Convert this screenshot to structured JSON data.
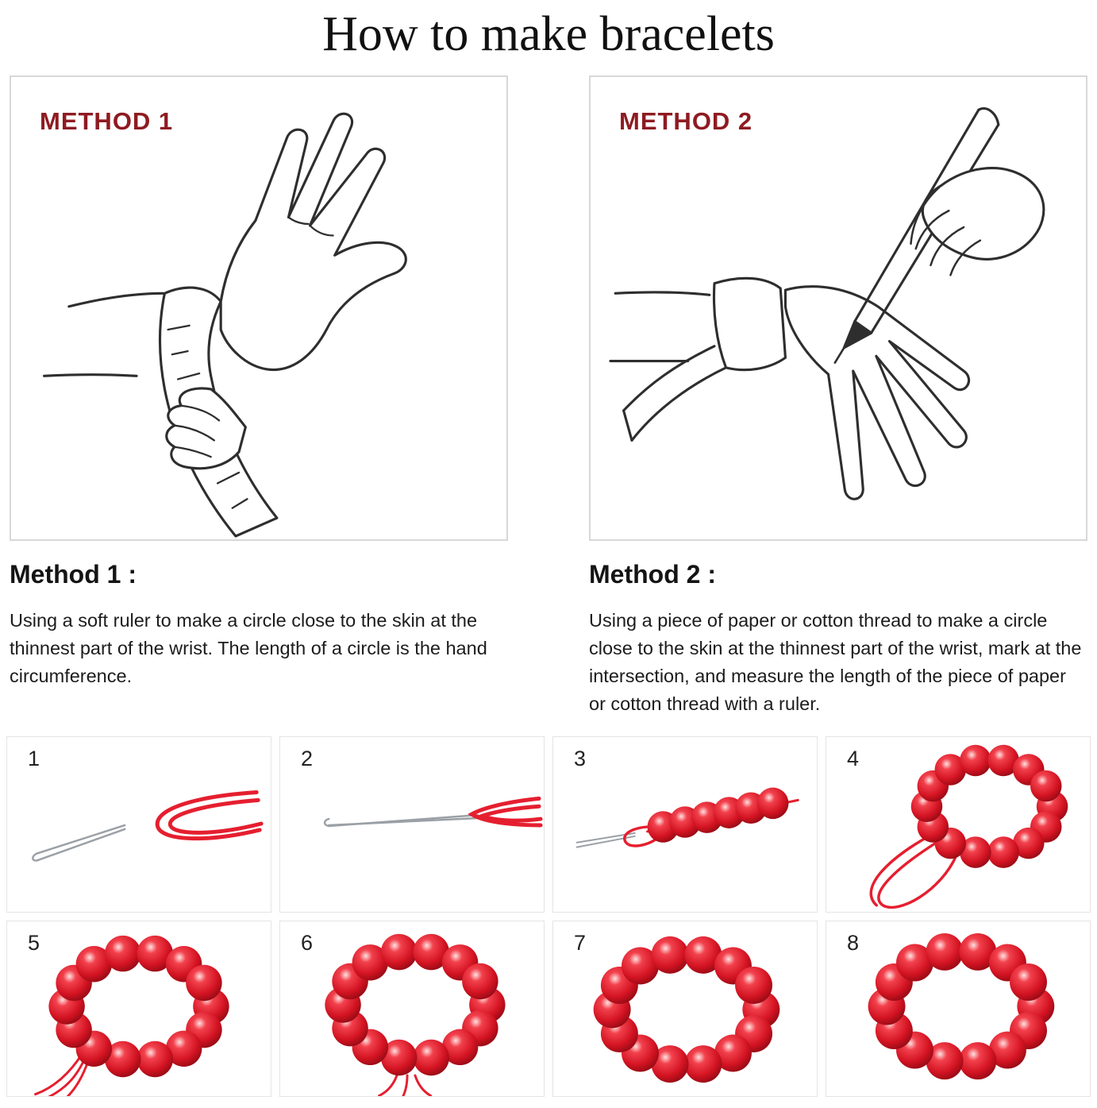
{
  "page": {
    "title": "How to make bracelets"
  },
  "methods": [
    {
      "label": "METHOD 1",
      "heading": "Method 1 :",
      "description": "Using a soft ruler to make a circle close to the skin at the thinnest part of the wrist. The length of a circle is the hand circumference.",
      "illustration": "hand-measuring-wrist-with-soft-ruler"
    },
    {
      "label": "METHOD 2",
      "heading": "Method 2 :",
      "description": "Using a piece of paper or cotton thread to make a circle close to the skin at the thinnest part of the wrist, mark at the intersection, and measure the length of the piece of paper or cotton thread with a ruler.",
      "illustration": "hand-marking-paper-strip-with-pen"
    }
  ],
  "steps": [
    {
      "number": "1",
      "image": "big-eye-needle-and-folded-red-cord"
    },
    {
      "number": "2",
      "image": "red-cord-threaded-through-needle"
    },
    {
      "number": "3",
      "image": "red-beads-strung-on-cord"
    },
    {
      "number": "4",
      "image": "bead-ring-with-cord-loop"
    },
    {
      "number": "5",
      "image": "bracelet-with-loose-cord-ends"
    },
    {
      "number": "6",
      "image": "bracelet-with-cord-ends-at-bottom"
    },
    {
      "number": "7",
      "image": "finished-bracelet"
    },
    {
      "number": "8",
      "image": "finished-bracelet-alt-view"
    }
  ],
  "colors": {
    "accent_maroon": "#8e1b21",
    "bead_red": "#d31322",
    "thread_red": "#e51f2f",
    "line_art": "#2e2e2e",
    "panel_border": "#d8d8d8"
  }
}
